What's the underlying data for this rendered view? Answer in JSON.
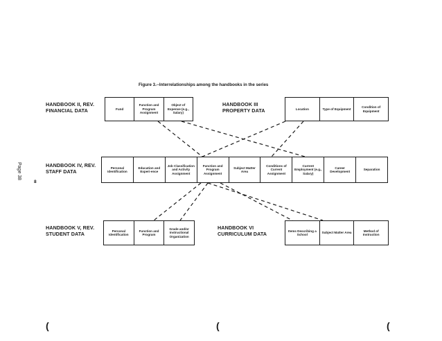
{
  "caption": "Figure 3.--Interrelationships among the handbooks in the series",
  "page_number": "Page 38",
  "side_marker": "8",
  "bottom_marks": [
    "(",
    "(",
    "("
  ],
  "handbooks": {
    "hb2": {
      "line1": "HANDBOOK II, REV.",
      "line2": "FINANCIAL DATA",
      "cells": [
        "Fund",
        "Function and Program Assignment",
        "Object of Expense (e.g., Salary)"
      ]
    },
    "hb3": {
      "line1": "HANDBOOK III",
      "line2": "PROPERTY DATA",
      "cells": [
        "Location",
        "Type of Equipment",
        "Condition of Equipment"
      ]
    },
    "hb4": {
      "line1": "HANDBOOK IV, REV.",
      "line2": "STAFF DATA",
      "cells": [
        "Personal Identification",
        "Education and Experi-ence",
        "Job Classification and Activity Assignment",
        "Function and Program Assignment",
        "Subject Matter Area",
        "Conditions of Current Assignment",
        "Current Employment (e.g., Salary)",
        "Career Development",
        "Separation"
      ]
    },
    "hb5": {
      "line1": "HANDBOOK V, REV.",
      "line2": "STUDENT DATA",
      "cells": [
        "Personal Identification",
        "Function and Program",
        "Grade and/or Instructional Organization"
      ]
    },
    "hb6": {
      "line1": "HANDBOOK VI",
      "line2": "CURRICULUM DATA",
      "cells": [
        "Items Describing a School",
        "Subject Matter Area",
        "Method of Instruction"
      ]
    }
  }
}
